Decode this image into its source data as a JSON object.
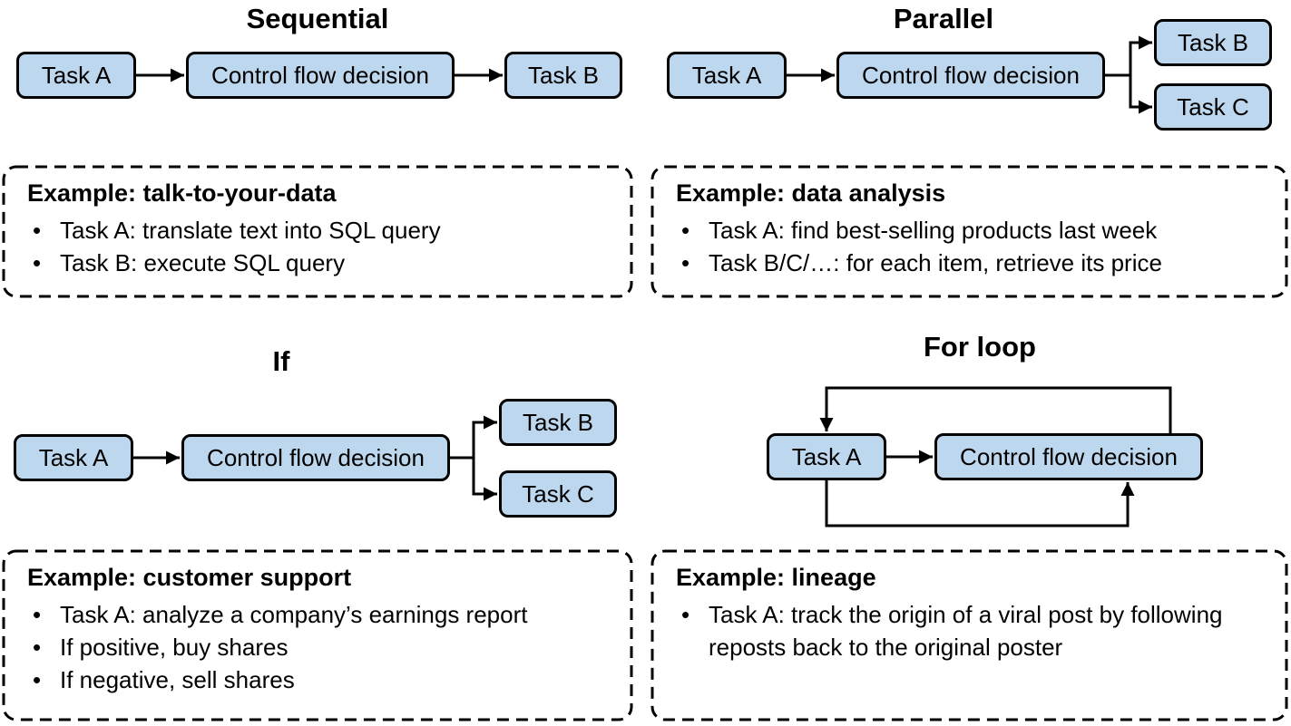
{
  "colors": {
    "background": "#ffffff",
    "box_fill": "#bdd7ee",
    "box_border": "#000000",
    "line": "#000000",
    "text": "#000000"
  },
  "ui": {
    "bullet_glyph": "•"
  },
  "sections": {
    "sequential": {
      "title": "Sequential",
      "nodes": {
        "task_a": "Task A",
        "control": "Control flow decision",
        "task_b": "Task B"
      },
      "example": {
        "heading": "Example: talk-to-your-data",
        "bullets": [
          "Task A: translate text into SQL query",
          "Task B: execute SQL query"
        ]
      }
    },
    "parallel": {
      "title": "Parallel",
      "nodes": {
        "task_a": "Task A",
        "control": "Control flow decision",
        "task_b": "Task B",
        "task_c": "Task C"
      },
      "example": {
        "heading": "Example: data analysis",
        "bullets": [
          "Task A: find best-selling products last week",
          "Task B/C/…: for each item, retrieve its price"
        ]
      }
    },
    "if": {
      "title": "If",
      "nodes": {
        "task_a": "Task A",
        "control": "Control flow decision",
        "task_b": "Task B",
        "task_c": "Task C"
      },
      "example": {
        "heading": "Example: customer support",
        "bullets": [
          "Task A: analyze a company’s earnings report",
          "If positive, buy shares",
          "If negative, sell shares"
        ]
      }
    },
    "for_loop": {
      "title": "For loop",
      "nodes": {
        "task_a": "Task A",
        "control": "Control flow decision"
      },
      "example": {
        "heading": "Example: lineage",
        "bullets": [
          "Task A: track the origin of a viral post by following reposts back to the original poster"
        ]
      }
    }
  }
}
